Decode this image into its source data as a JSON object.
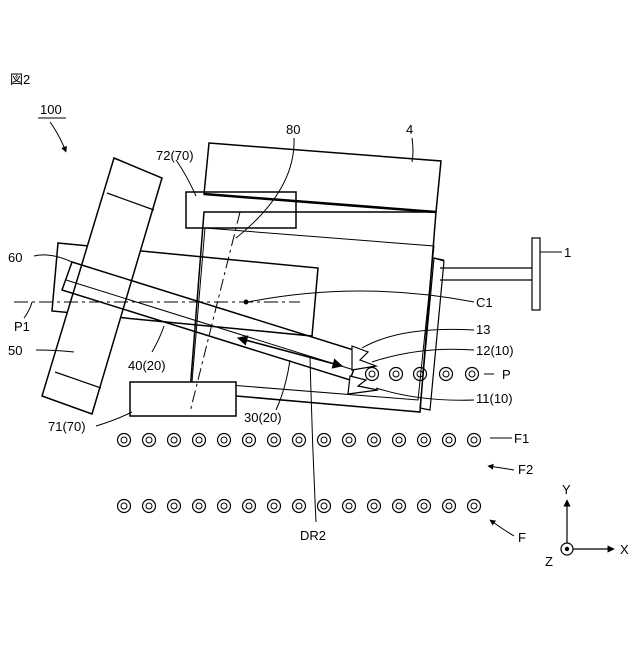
{
  "figure": {
    "title": "図2"
  },
  "labels": {
    "assembly": "100",
    "l80": "80",
    "l4": "4",
    "l72": "72(70)",
    "l1": "1",
    "l60": "60",
    "lC1": "C1",
    "lP1": "P1",
    "l13": "13",
    "l50": "50",
    "l12": "12(10)",
    "l40": "40(20)",
    "lP": "P",
    "l11": "11(10)",
    "l71": "71(70)",
    "l30": "30(20)",
    "lF1": "F1",
    "lF2": "F2",
    "lDR2": "DR2",
    "lF": "F",
    "axisX": "X",
    "axisY": "Y",
    "axisZ": "Z"
  },
  "colors": {
    "line": "#000000",
    "background": "#ffffff"
  }
}
